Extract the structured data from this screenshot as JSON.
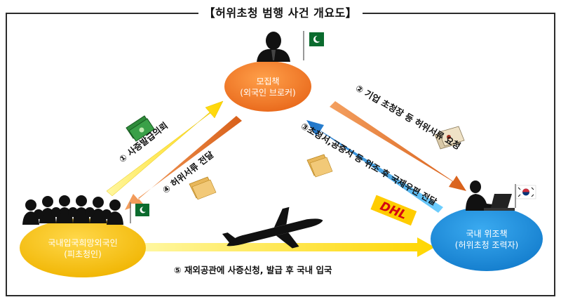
{
  "title": "【허위초청 범행 사건 개요도】",
  "nodes": {
    "broker": {
      "line1": "모집책",
      "line2": "(외국인 브로커)",
      "fill": "#f07a1e"
    },
    "applicant": {
      "line1": "국내입국희망외국인",
      "line2": "(피초청인)",
      "fill": "#f5c211"
    },
    "forger": {
      "line1": "국내 위조책",
      "line2": "(허위초청 조력자)",
      "fill": "#1a8fd8"
    }
  },
  "steps": [
    {
      "label": "① 사증발급의뢰",
      "color": "#ffe600"
    },
    {
      "label": "② 기업 초청장 등 허위서류 요청",
      "color": "#e07020"
    },
    {
      "label": "③초청서,공증서 등 위조 후 국제우편 전달",
      "color": "#2b8fd6"
    },
    {
      "label": "④ 허위서류 전달",
      "color": "#e07020"
    },
    {
      "label": "⑤ 재외공관에 사증신청, 발급 후 국내 입국",
      "color": "#ffe600"
    }
  ],
  "courier_logo": "DHL",
  "icons": [
    "person-icon",
    "pakistan-flag-icon",
    "korea-flag-icon",
    "money-icon",
    "document-icon",
    "airplane-icon",
    "laptop-user-icon",
    "crowd-icon"
  ]
}
